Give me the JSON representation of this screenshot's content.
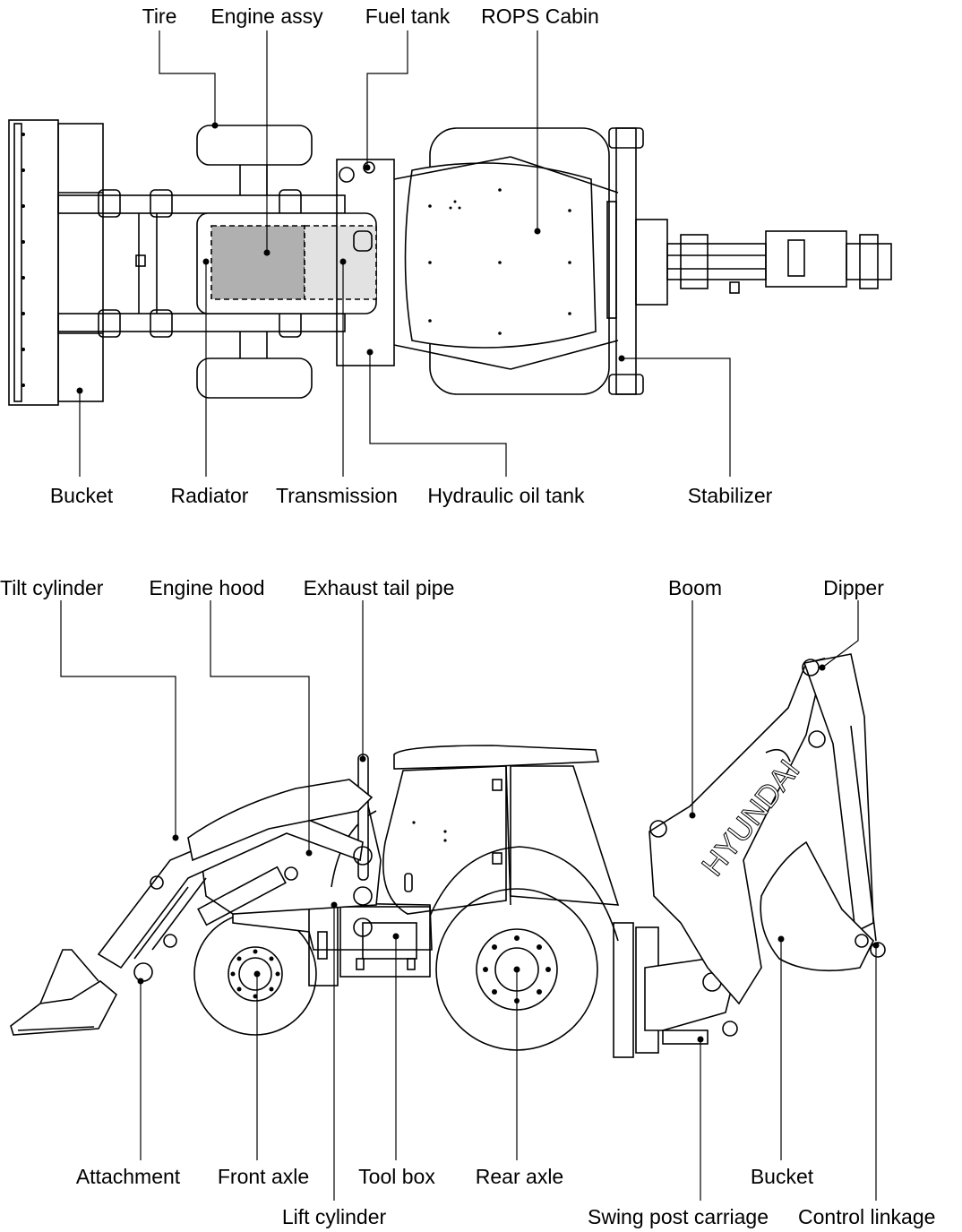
{
  "top_view": {
    "labels": {
      "tire": "Tire",
      "engine_assy": "Engine assy",
      "fuel_tank": "Fuel tank",
      "rops_cabin": "ROPS Cabin",
      "bucket": "Bucket",
      "radiator": "Radiator",
      "transmission": "Transmission",
      "hydraulic_oil_tank": "Hydraulic oil tank",
      "stabilizer": "Stabilizer"
    }
  },
  "side_view": {
    "labels": {
      "tilt_cylinder": "Tilt cylinder",
      "engine_hood": "Engine hood",
      "exhaust_tail_pipe": "Exhaust tail pipe",
      "boom": "Boom",
      "dipper": "Dipper",
      "attachment": "Attachment",
      "front_axle": "Front axle",
      "tool_box": "Tool box",
      "rear_axle": "Rear axle",
      "bucket": "Bucket",
      "lift_cylinder": "Lift cylinder",
      "swing_post_carriage": "Swing post carriage",
      "control_linkage": "Control linkage"
    },
    "brand_text": "HYUNDAI"
  }
}
